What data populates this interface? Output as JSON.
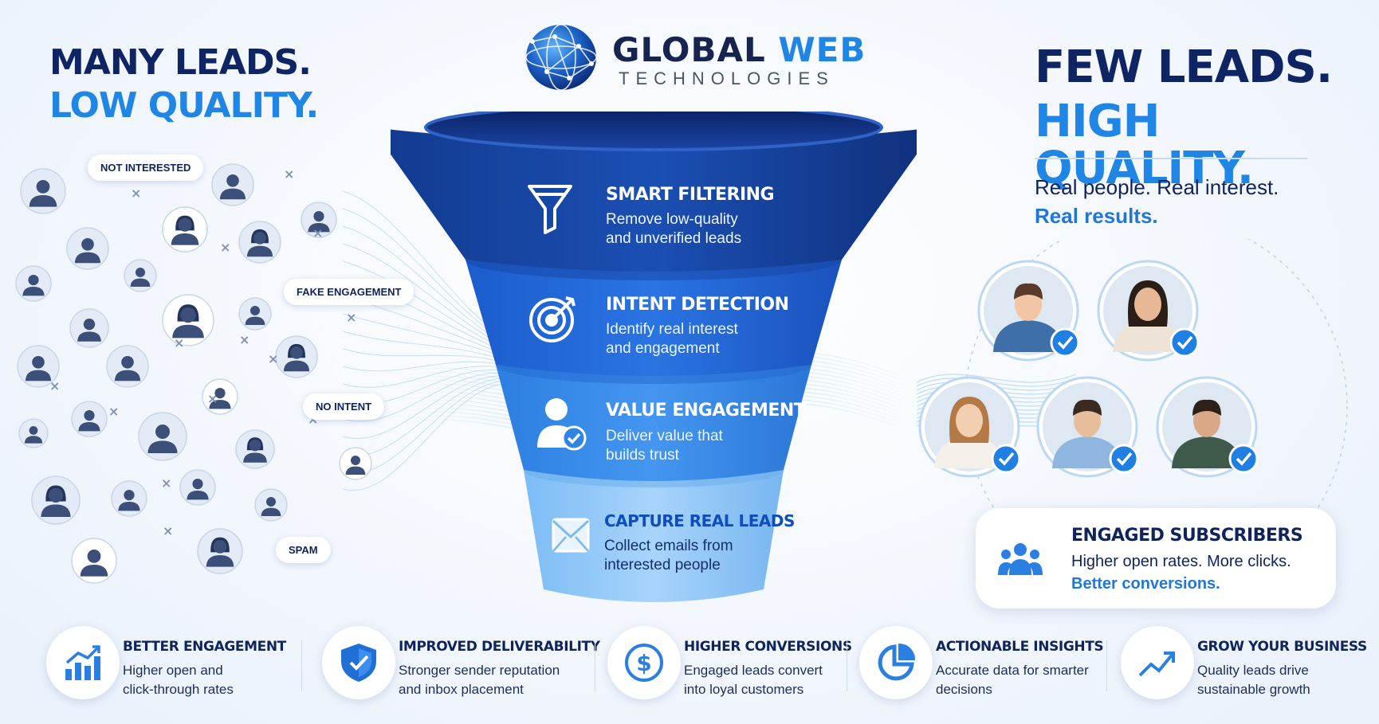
{
  "left_panel": {
    "headline_line1": "MANY LEADS.",
    "headline_line2": "LOW QUALITY.",
    "tags": [
      "NOT INTERESTED",
      "FAKE ENGAGEMENT",
      "NO INTENT",
      "SPAM"
    ]
  },
  "logo": {
    "word_global": "GLOBAL",
    "word_web": "WEB",
    "subtitle": "TECHNOLOGIES"
  },
  "funnel": {
    "stages": [
      {
        "icon": "funnel-icon",
        "title": "SMART FILTERING",
        "line1": "Remove low-quality",
        "line2": "and unverified leads"
      },
      {
        "icon": "target-icon",
        "title": "INTENT DETECTION",
        "line1": "Identify real interest",
        "line2": "and engagement"
      },
      {
        "icon": "user-check-icon",
        "title": "VALUE ENGAGEMENT",
        "line1": "Deliver value that",
        "line2": "builds trust"
      },
      {
        "icon": "envelope-icon",
        "title": "CAPTURE REAL LEADS",
        "line1": "Collect emails from",
        "line2": "interested people"
      }
    ]
  },
  "right_panel": {
    "headline_line1": "FEW LEADS.",
    "headline_line2": "HIGH QUALITY.",
    "sub_line1": "Real people. Real interest.",
    "sub_line2": "Real results.",
    "engaged_card": {
      "icon": "group-icon",
      "title": "ENGAGED SUBSCRIBERS",
      "line1": "Higher open rates. More clicks.",
      "line2": "Better conversions."
    }
  },
  "features": [
    {
      "icon": "bar-chart-icon",
      "title": "BETTER ENGAGEMENT",
      "line1": "Higher open and",
      "line2": "click-through rates"
    },
    {
      "icon": "shield-check-icon",
      "title": "IMPROVED DELIVERABILITY",
      "line1": "Stronger sender reputation",
      "line2": "and inbox placement"
    },
    {
      "icon": "dollar-icon",
      "title": "HIGHER CONVERSIONS",
      "line1": "Engaged leads convert",
      "line2": "into loyal customers"
    },
    {
      "icon": "pie-chart-icon",
      "title": "ACTIONABLE INSIGHTS",
      "line1": "Accurate data for smarter",
      "line2": "decisions"
    },
    {
      "icon": "trend-up-icon",
      "title": "GROW YOUR BUSINESS",
      "line1": "Quality leads drive",
      "line2": "sustainable growth"
    }
  ],
  "colors": {
    "navy": "#0e2463",
    "accent_blue": "#1f86e6",
    "funnel_dark": "#133f9e",
    "funnel_light": "#8cc6f8",
    "check_blue": "#1f7fe3"
  }
}
